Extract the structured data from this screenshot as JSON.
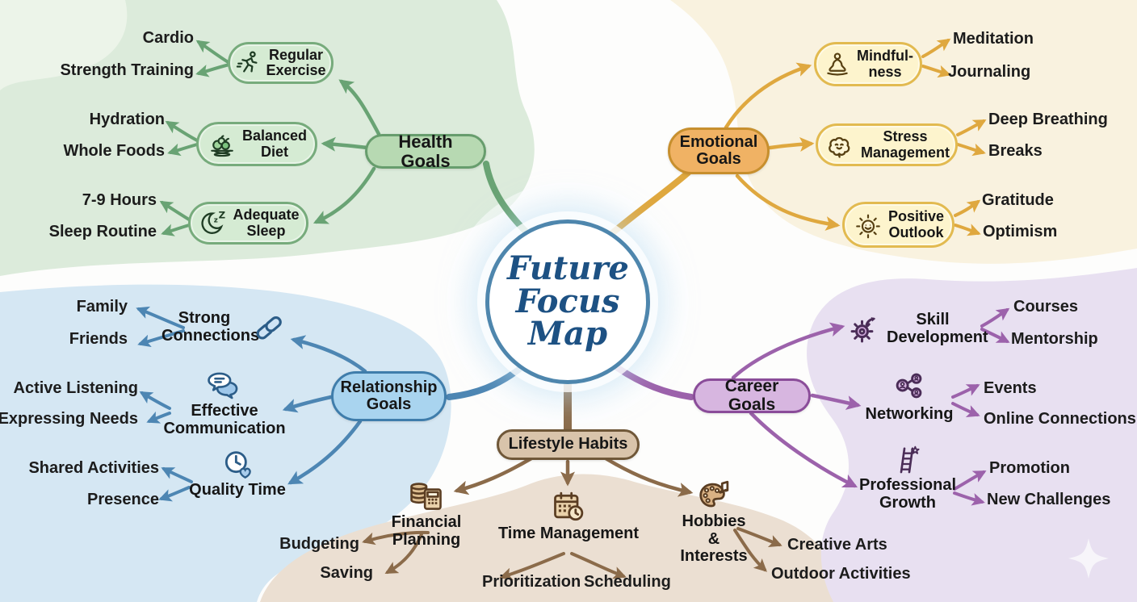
{
  "center": {
    "title": "Future Focus Map"
  },
  "branches": {
    "health": {
      "label": "Health Goals",
      "line_color": "#69a374",
      "node_fill": "#b7d9b2",
      "node_border": "#679d6d",
      "children": [
        {
          "label": "Regular Exercise",
          "icon": "runner-icon",
          "leaves": [
            "Cardio",
            "Strength Training"
          ]
        },
        {
          "label": "Balanced Diet",
          "icon": "fruit-bowl-icon",
          "leaves": [
            "Hydration",
            "Whole Foods"
          ]
        },
        {
          "label": "Adequate Sleep",
          "icon": "crescent-moon-icon",
          "leaves": [
            "7-9 Hours",
            "Sleep Routine"
          ]
        }
      ]
    },
    "emotional": {
      "label": "Emotional Goals",
      "line_color": "#dfa83f",
      "node_fill": "#f0b264",
      "node_border": "#c78f2e",
      "children": [
        {
          "label": "Mindful-ness",
          "icon": "meditation-icon",
          "leaves": [
            "Meditation",
            "Journaling"
          ]
        },
        {
          "label": "Stress Management",
          "icon": "brain-icon",
          "leaves": [
            "Deep Breathing",
            "Breaks"
          ]
        },
        {
          "label": "Positive Outlook",
          "icon": "sun-smiley-icon",
          "leaves": [
            "Gratitude",
            "Optimism"
          ]
        }
      ]
    },
    "relationship": {
      "label": "Relationship Goals",
      "line_color": "#4d86b3",
      "node_fill": "#a9d4ef",
      "node_border": "#3f7dab",
      "children": [
        {
          "label": "Strong Connections",
          "icon": "chain-link-icon",
          "leaves": [
            "Family",
            "Friends"
          ]
        },
        {
          "label": "Effective Communication",
          "icon": "speech-bubbles-icon",
          "leaves": [
            "Active Listening",
            "Expressing Needs"
          ]
        },
        {
          "label": "Quality Time",
          "icon": "clock-heart-icon",
          "leaves": [
            "Shared Activities",
            "Presence"
          ]
        }
      ]
    },
    "career": {
      "label": "Career Goals",
      "line_color": "#9c62ab",
      "node_fill": "#d7b6e0",
      "node_border": "#8a4c99",
      "children": [
        {
          "label": "Skill Development",
          "icon": "gear-arrow-icon",
          "leaves": [
            "Courses",
            "Mentorship"
          ]
        },
        {
          "label": "Networking",
          "icon": "people-network-icon",
          "leaves": [
            "Events",
            "Online Connections"
          ]
        },
        {
          "label": "Professional Growth",
          "icon": "ladder-star-icon",
          "leaves": [
            "Promotion",
            "New Challenges"
          ]
        }
      ]
    },
    "lifestyle": {
      "label": "Lifestyle Habits",
      "line_color": "#8b6b4a",
      "node_fill": "#d9c4ab",
      "node_border": "#6f5738",
      "children": [
        {
          "label": "Financial Planning",
          "icon": "coins-calculator-icon",
          "leaves": [
            "Budgeting",
            "Saving"
          ]
        },
        {
          "label": "Time Management",
          "icon": "calendar-clock-icon",
          "leaves": [
            "Prioritization",
            "Scheduling"
          ]
        },
        {
          "label": "Hobbies & Interests",
          "icon": "palette-music-icon",
          "leaves": [
            "Creative Arts",
            "Outdoor Activities"
          ]
        }
      ]
    }
  }
}
